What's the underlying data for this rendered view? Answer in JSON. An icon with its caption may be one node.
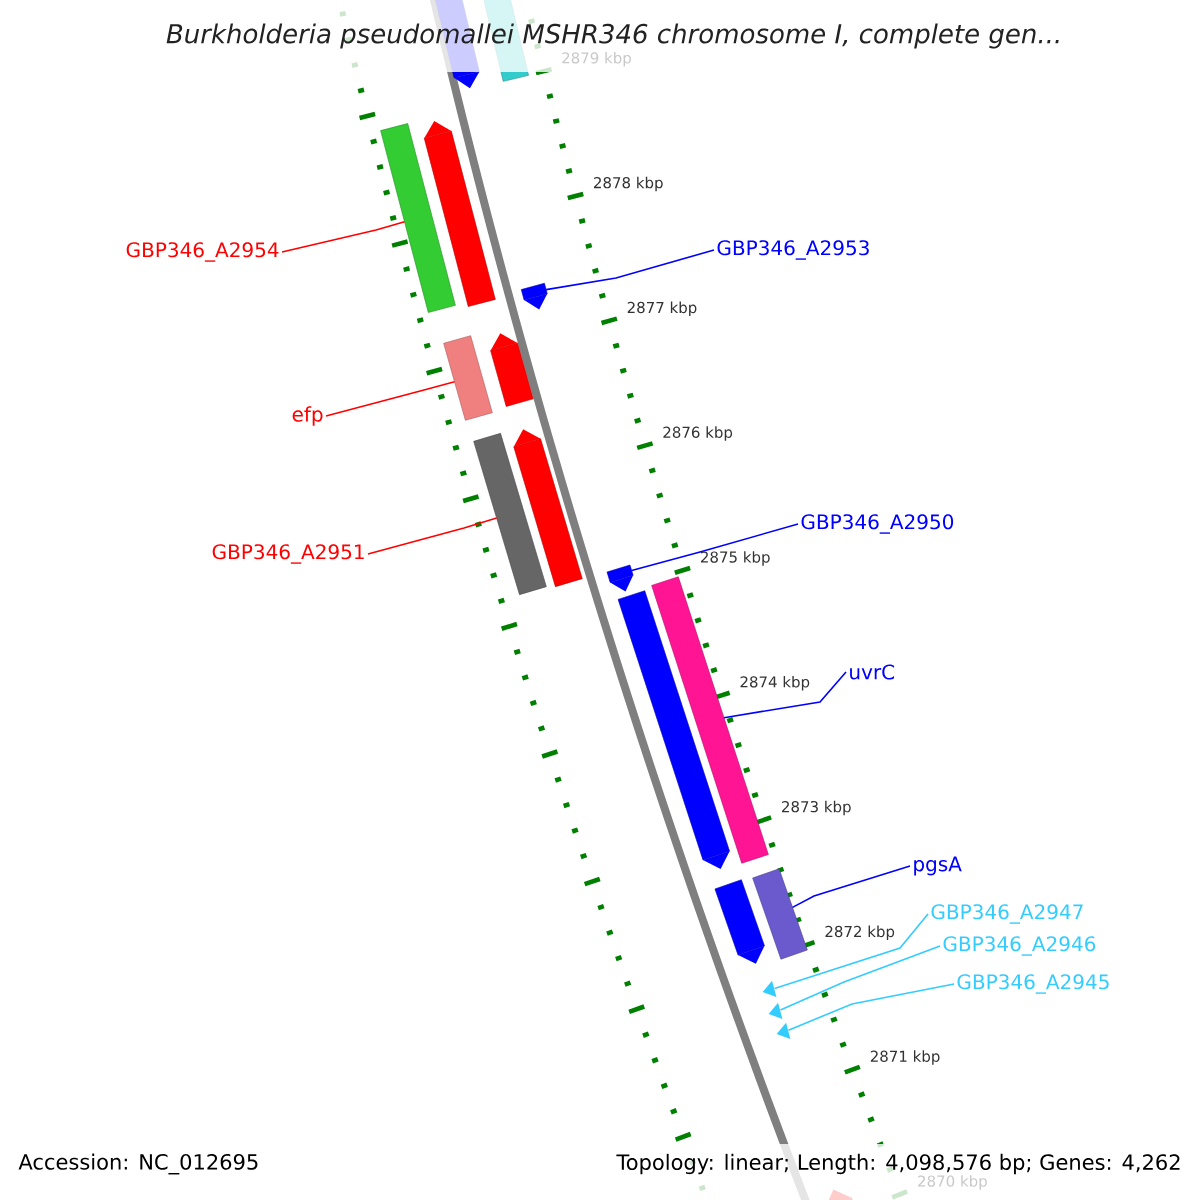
{
  "diagram": {
    "title": "Burkholderia pseudomallei MSHR346 chromosome I, complete gen...",
    "nodes": [
      {
        "text": [
          "GBP346_A2954"
        ]
      },
      {
        "text": [
          "efp"
        ]
      },
      {
        "text": [
          "GBP346_A2951"
        ]
      },
      {
        "text": [
          "GBP346_A2953"
        ]
      },
      {
        "text": [
          "GBP346_A2950"
        ]
      },
      {
        "text": [
          "uvrC"
        ]
      },
      {
        "text": [
          "pgsA"
        ]
      },
      {
        "text": [
          "GBP346_A2947"
        ]
      },
      {
        "text": [
          "GBP346_A2946"
        ]
      },
      {
        "text": [
          "GBP346_A2945"
        ]
      },
      {
        "text": [],
        "shape": "bar"
      },
      {
        "text": [],
        "shape": "bar"
      },
      {
        "text": [],
        "shape": "bar"
      },
      {
        "text": [],
        "shape": "arrow"
      },
      {
        "text": [],
        "shape": "arrow"
      },
      {
        "text": [],
        "shape": "bar"
      },
      {
        "text": [],
        "shape": "bar"
      },
      {
        "text": [],
        "shape": "triangle"
      },
      {
        "text": [],
        "shape": "triangle"
      },
      {
        "text": [],
        "shape": "triangle"
      }
    ],
    "edges": [
      {
        "from": 0,
        "to": 10,
        "arrow": "none",
        "color": "#ff0000"
      },
      {
        "from": 1,
        "to": 11,
        "arrow": "none",
        "color": "#ff0000"
      },
      {
        "from": 2,
        "to": 12,
        "arrow": "none",
        "color": "#ff0000"
      },
      {
        "from": 3,
        "to": 13,
        "arrow": "none"
      },
      {
        "from": 4,
        "to": 14,
        "arrow": "none"
      },
      {
        "from": 5,
        "to": 15,
        "arrow": "none"
      },
      {
        "from": 6,
        "to": 16,
        "arrow": "none"
      },
      {
        "from": 7,
        "to": 17,
        "arrow": "none",
        "color": "#33ccff"
      },
      {
        "from": 8,
        "to": 18,
        "arrow": "none",
        "color": "#33ccff"
      },
      {
        "from": 9,
        "to": 19,
        "arrow": "none",
        "color": "#33ccff"
      }
    ],
    "labels": [
      "2879 kbp",
      "2878 kbp",
      "2877 kbp",
      "2876 kbp",
      "2875 kbp",
      "2874 kbp",
      "2873 kbp",
      "2872 kbp",
      "2871 kbp",
      "2870 kbp",
      "Accession: NC_012695",
      "Topology: linear; Length: 4,098,576 bp; Genes: 4,262"
    ]
  }
}
